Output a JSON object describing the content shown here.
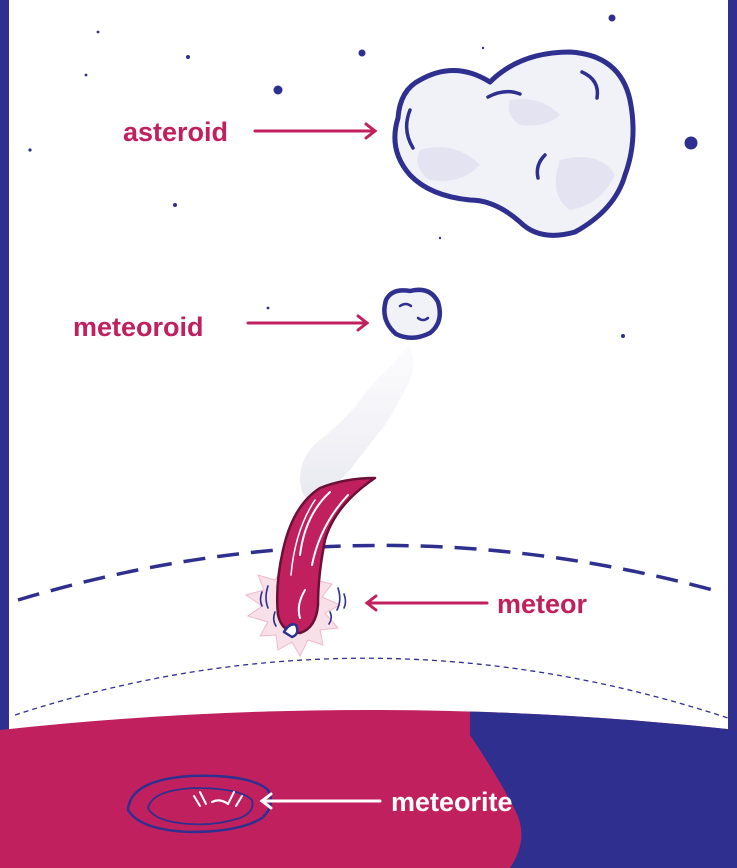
{
  "labels": {
    "asteroid": "asteroid",
    "meteoroid": "meteoroid",
    "meteor": "meteor",
    "meteorite": "meteorite"
  },
  "colors": {
    "magenta": "#c0205e",
    "navy": "#2e2f8e",
    "white": "#ffffff",
    "asteroid_fill": "#f1f1f8",
    "asteroid_shade": "#e3e3f1",
    "glow": "#f8e0e8"
  }
}
